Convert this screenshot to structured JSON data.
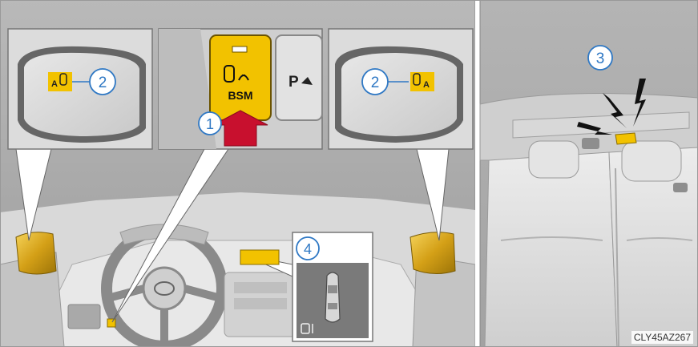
{
  "button": {
    "label": "BSM",
    "park_label": "P"
  },
  "callouts": {
    "c1": "1",
    "c2_left": "2",
    "c2_right": "2",
    "c3": "3",
    "c4": "4"
  },
  "reference_code": "CLY45AZ267",
  "colors": {
    "indicator_yellow": "#f2c200",
    "arrow_red": "#c8102e",
    "callout_blue": "#2f78c4",
    "line_gray": "#6b6b6b",
    "frame_gray": "#999999"
  }
}
